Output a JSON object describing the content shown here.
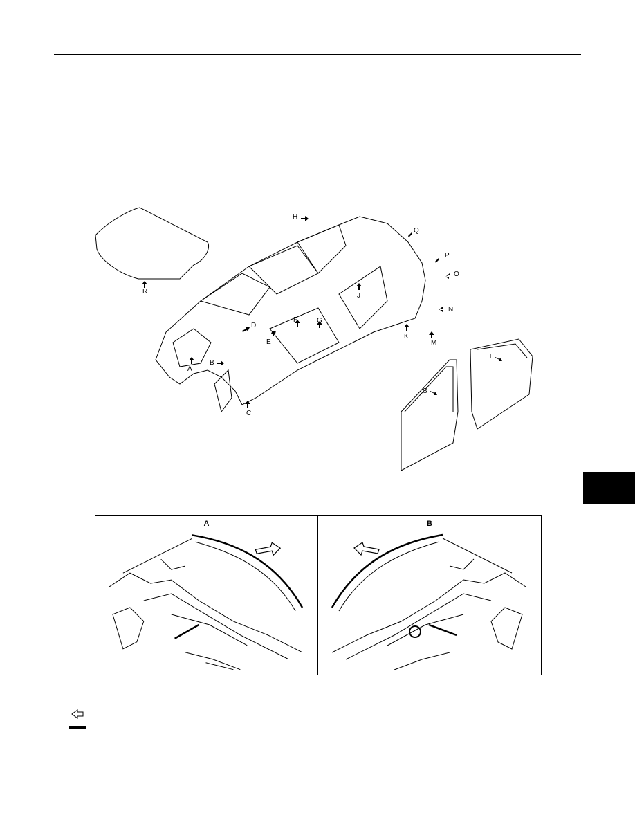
{
  "callouts": {
    "A": "A",
    "B": "B",
    "C": "C",
    "D": "D",
    "E": "E",
    "F": "F",
    "G": "G",
    "H": "H",
    "J": "J",
    "K": "K",
    "M": "M",
    "N": "N",
    "O": "O",
    "P": "P",
    "Q": "Q",
    "R": "R",
    "S": "S",
    "T": "T"
  },
  "detail_table": {
    "left_header": "A",
    "right_header": "B"
  },
  "legend": {
    "arrow_icon": "outline-left-arrow-icon",
    "bar_icon": "thick-bar-icon"
  }
}
